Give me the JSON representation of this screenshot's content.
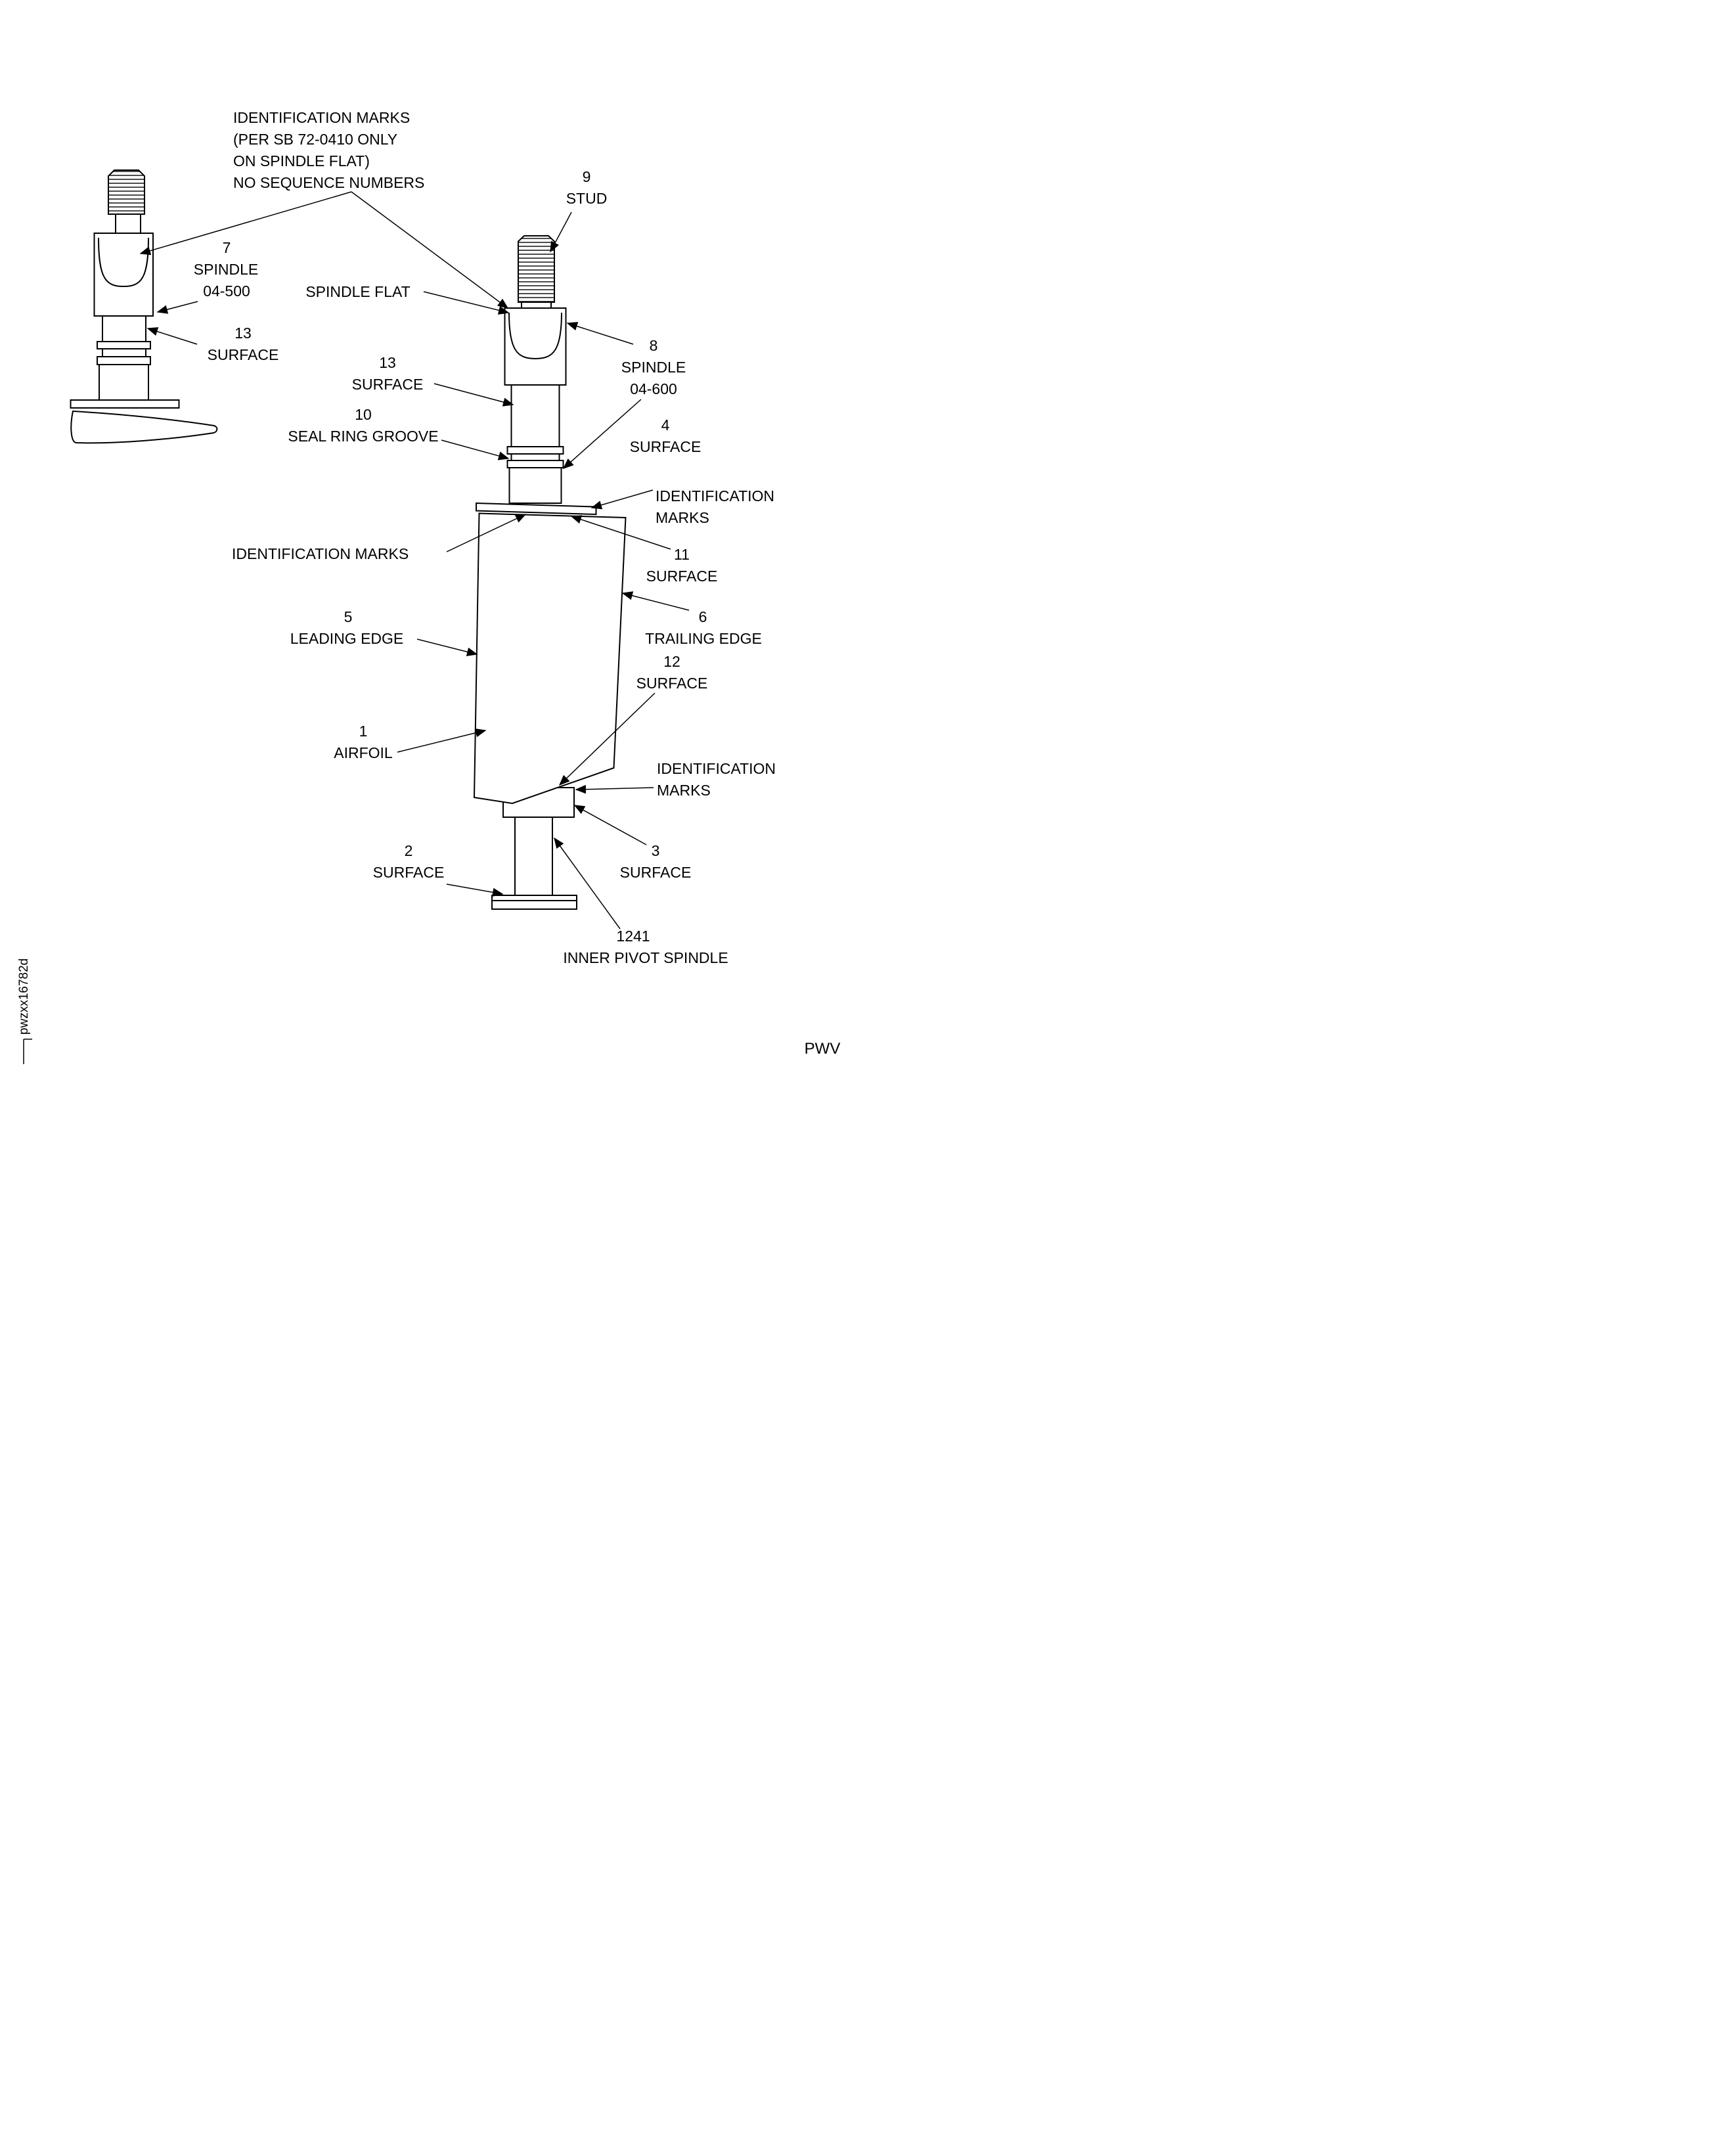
{
  "page": {
    "background": "#ffffff",
    "line_color": "#000000",
    "footer_mark": "PWV",
    "figure_code": "pwzxx16782d"
  },
  "note": {
    "line1": "IDENTIFICATION MARKS",
    "line2": "(PER SB 72-0410 ONLY",
    "line3": "ON SPINDLE FLAT)",
    "line4": "NO SEQUENCE NUMBERS"
  },
  "callouts": {
    "stud": {
      "number": "9",
      "label": "STUD"
    },
    "spindle_small": {
      "number": "7",
      "label": "SPINDLE",
      "sublabel": "04-500"
    },
    "surface_13_left": {
      "number": "13",
      "label": "SURFACE"
    },
    "spindle_flat": {
      "label": "SPINDLE FLAT"
    },
    "surface_13_center": {
      "number": "13",
      "label": "SURFACE"
    },
    "seal_ring_groove": {
      "number": "10",
      "label": "SEAL RING GROOVE"
    },
    "spindle_main": {
      "number": "8",
      "label": "SPINDLE",
      "sublabel": "04-600"
    },
    "surface_4": {
      "number": "4",
      "label": "SURFACE"
    },
    "id_marks_upper_right": {
      "line1": "IDENTIFICATION",
      "line2": "MARKS"
    },
    "id_marks_left": {
      "label": "IDENTIFICATION MARKS"
    },
    "surface_11": {
      "number": "11",
      "label": "SURFACE"
    },
    "leading_edge": {
      "number": "5",
      "label": "LEADING EDGE"
    },
    "trailing_edge": {
      "number": "6",
      "label": "TRAILING EDGE"
    },
    "surface_12": {
      "number": "12",
      "label": "SURFACE"
    },
    "airfoil": {
      "number": "1",
      "label": "AIRFOIL"
    },
    "id_marks_lower_right": {
      "line1": "IDENTIFICATION",
      "line2": "MARKS"
    },
    "surface_2": {
      "number": "2",
      "label": "SURFACE"
    },
    "surface_3": {
      "number": "3",
      "label": "SURFACE"
    },
    "inner_pivot_spindle": {
      "number": "1241",
      "label": "INNER PIVOT SPINDLE"
    }
  }
}
